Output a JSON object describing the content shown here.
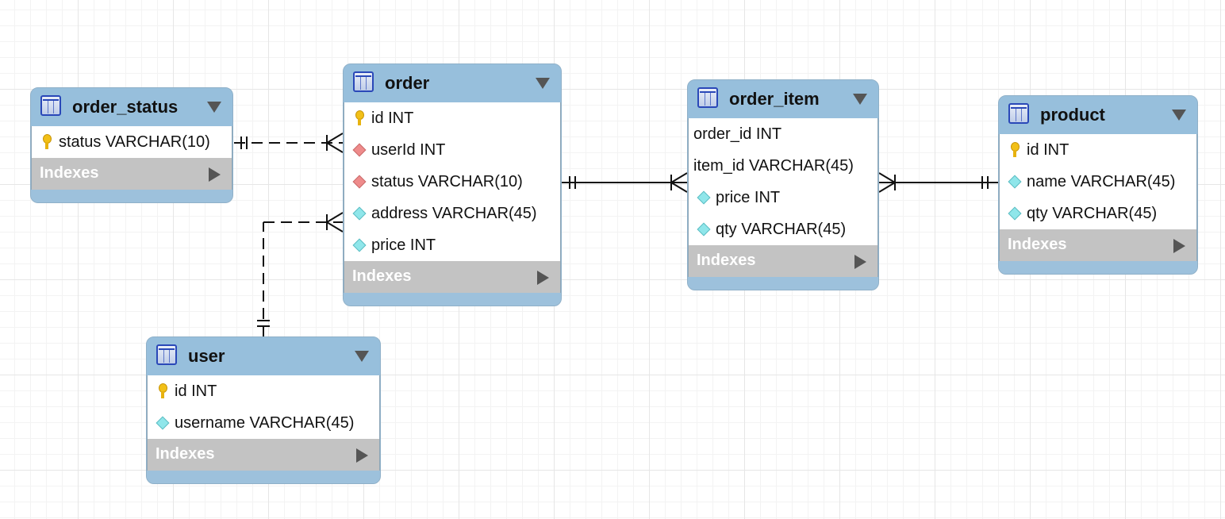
{
  "tables": {
    "order_status": {
      "title": "order_status",
      "columns": [
        {
          "name": "status VARCHAR(10)",
          "icon": "primary-key-icon"
        }
      ],
      "indexes_label": "Indexes"
    },
    "order": {
      "title": "order",
      "columns": [
        {
          "name": "id INT",
          "icon": "primary-key-icon"
        },
        {
          "name": "userId INT",
          "icon": "foreign-key-icon"
        },
        {
          "name": "status VARCHAR(10)",
          "icon": "foreign-key-icon"
        },
        {
          "name": "address VARCHAR(45)",
          "icon": "column-icon"
        },
        {
          "name": "price INT",
          "icon": "column-icon"
        }
      ],
      "indexes_label": "Indexes"
    },
    "order_item": {
      "title": "order_item",
      "columns": [
        {
          "name": "order_id INT",
          "icon": ""
        },
        {
          "name": "item_id VARCHAR(45)",
          "icon": ""
        },
        {
          "name": "price INT",
          "icon": "column-icon"
        },
        {
          "name": "qty VARCHAR(45)",
          "icon": "column-icon"
        }
      ],
      "indexes_label": "Indexes"
    },
    "product": {
      "title": "product",
      "columns": [
        {
          "name": "id INT",
          "icon": "primary-key-icon"
        },
        {
          "name": "name VARCHAR(45)",
          "icon": "column-icon"
        },
        {
          "name": "qty VARCHAR(45)",
          "icon": "column-icon"
        }
      ],
      "indexes_label": "Indexes"
    },
    "user": {
      "title": "user",
      "columns": [
        {
          "name": "id INT",
          "icon": "primary-key-icon"
        },
        {
          "name": "username VARCHAR(45)",
          "icon": "column-icon"
        }
      ],
      "indexes_label": "Indexes"
    }
  },
  "relationships": [
    {
      "from": "order_status",
      "to": "order",
      "style": "dashed",
      "from_end": "one-and-only-one",
      "to_end": "one-to-many"
    },
    {
      "from": "user",
      "to": "order",
      "style": "dashed",
      "from_end": "one-and-only-one",
      "to_end": "one-to-many"
    },
    {
      "from": "order",
      "to": "order_item",
      "style": "solid",
      "from_end": "one-and-only-one",
      "to_end": "one-to-many"
    },
    {
      "from": "product",
      "to": "order_item",
      "style": "solid",
      "from_end": "one-and-only-one",
      "to_end": "one-to-many"
    }
  ],
  "colors": {
    "table_header": "#97bfdc",
    "indexes_bar": "#c3c3c3",
    "primary_key": "#f2c018",
    "foreign_key": "#ee8b8b",
    "column": "#8fe6ea"
  }
}
